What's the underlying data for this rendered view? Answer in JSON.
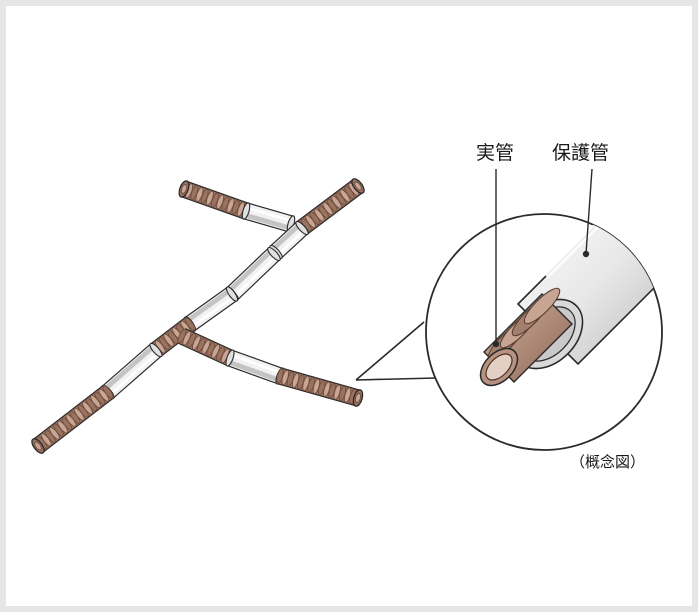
{
  "labels": {
    "inner_pipe": "実管",
    "protective_pipe": "保護管",
    "caption": "（概念図）"
  },
  "colors": {
    "pipe_brown": "#9a7260",
    "pipe_brown_dark": "#6f4e3f",
    "pipe_brown_light": "#c9a594",
    "sleeve_white": "#f2f2f2",
    "sleeve_shadow": "#b9b9b9",
    "outline": "#2a2a2a"
  },
  "icons": [
    "pipe-network-illustration",
    "magnified-cross-section"
  ]
}
